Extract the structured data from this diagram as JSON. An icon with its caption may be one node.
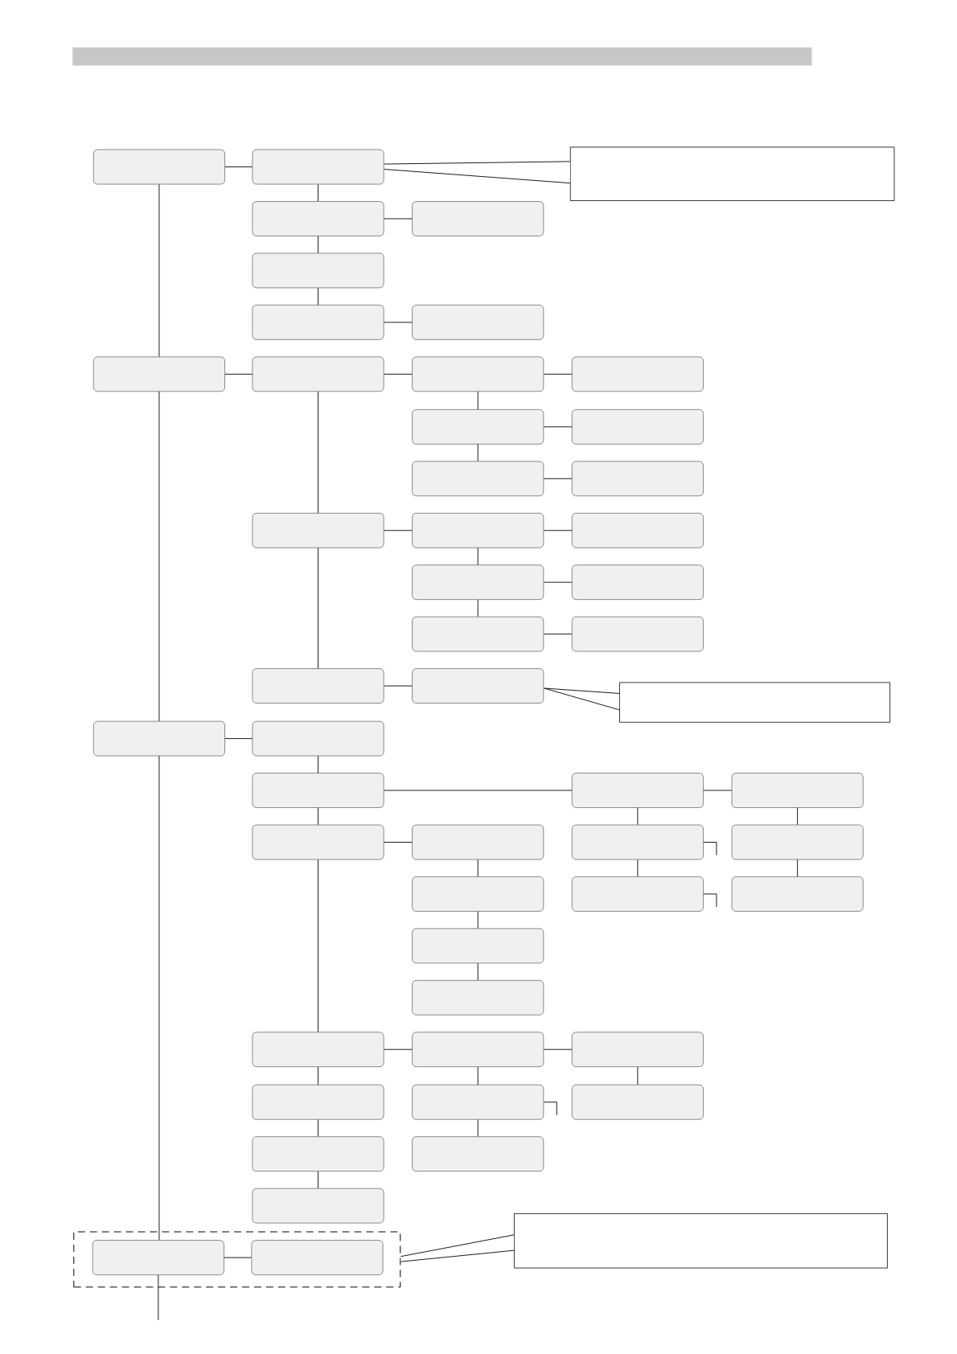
{
  "diagram": {
    "nodes": [
      {
        "text": [],
        "shape": "box"
      },
      {
        "text": [],
        "shape": "box"
      },
      {
        "text": [],
        "shape": "box"
      },
      {
        "text": [],
        "shape": "box"
      },
      {
        "text": [],
        "shape": "box"
      },
      {
        "text": [],
        "shape": "box"
      },
      {
        "text": [],
        "shape": "box"
      },
      {
        "text": [],
        "shape": "box"
      },
      {
        "text": [],
        "shape": "box"
      },
      {
        "text": [],
        "shape": "box"
      },
      {
        "text": [],
        "shape": "box"
      },
      {
        "text": [],
        "shape": "box"
      },
      {
        "text": [],
        "shape": "box"
      },
      {
        "text": [],
        "shape": "box"
      },
      {
        "text": [],
        "shape": "box"
      },
      {
        "text": [],
        "shape": "box"
      },
      {
        "text": [],
        "shape": "box"
      },
      {
        "text": [],
        "shape": "box"
      },
      {
        "text": [],
        "shape": "box"
      },
      {
        "text": [],
        "shape": "box"
      },
      {
        "text": [],
        "shape": "box"
      },
      {
        "text": [],
        "shape": "box"
      },
      {
        "text": [],
        "shape": "box"
      },
      {
        "text": [],
        "shape": "box"
      },
      {
        "text": [],
        "shape": "box"
      },
      {
        "text": [],
        "shape": "box"
      },
      {
        "text": [],
        "shape": "box"
      },
      {
        "text": [],
        "shape": "box"
      },
      {
        "text": [],
        "shape": "box"
      },
      {
        "text": [],
        "shape": "box"
      },
      {
        "text": [],
        "shape": "box"
      },
      {
        "text": [],
        "shape": "box"
      },
      {
        "text": [],
        "shape": "box"
      },
      {
        "text": [],
        "shape": "box"
      },
      {
        "text": [],
        "shape": "box"
      },
      {
        "text": [],
        "shape": "box"
      },
      {
        "text": [],
        "shape": "box"
      },
      {
        "text": [],
        "shape": "box"
      },
      {
        "text": [],
        "shape": "box"
      },
      {
        "text": [],
        "shape": "box"
      },
      {
        "text": [],
        "shape": "box"
      },
      {
        "text": [],
        "shape": "box"
      },
      {
        "text": [],
        "shape": "box"
      },
      {
        "text": [],
        "shape": "box"
      },
      {
        "text": [],
        "shape": "box"
      },
      {
        "text": [],
        "shape": "box"
      },
      {
        "text": [],
        "shape": "box"
      },
      {
        "text": [],
        "shape": "frame"
      },
      {
        "text": [],
        "shape": "box",
        "in": 47
      },
      {
        "text": [],
        "shape": "box",
        "in": 47
      },
      {
        "text": [],
        "shape": "rectangle"
      },
      {
        "text": [],
        "shape": "rectangle"
      },
      {
        "text": [],
        "shape": "rectangle"
      }
    ],
    "edges": [
      {
        "from": 0,
        "to": 1,
        "arrow": "none"
      },
      {
        "from": 0,
        "to": 7,
        "arrow": "none"
      },
      {
        "from": 7,
        "to": 24,
        "arrow": "none"
      },
      {
        "from": 24,
        "to": 48,
        "arrow": "none"
      },
      {
        "from": 48,
        "to": null,
        "arrow": "none"
      },
      {
        "from": 1,
        "to": 2,
        "arrow": "none"
      },
      {
        "from": 2,
        "to": 3,
        "arrow": "none"
      },
      {
        "from": 2,
        "to": 4,
        "arrow": "none"
      },
      {
        "from": 4,
        "to": 5,
        "arrow": "none"
      },
      {
        "from": 5,
        "to": 6,
        "arrow": "none"
      },
      {
        "from": 7,
        "to": 8,
        "arrow": "none"
      },
      {
        "from": 8,
        "to": 9,
        "arrow": "none"
      },
      {
        "from": 9,
        "to": 10,
        "arrow": "none"
      },
      {
        "from": 9,
        "to": 11,
        "arrow": "none"
      },
      {
        "from": 11,
        "to": 12,
        "arrow": "none"
      },
      {
        "from": 11,
        "to": 13,
        "arrow": "none"
      },
      {
        "from": 13,
        "to": 14,
        "arrow": "none"
      },
      {
        "from": 8,
        "to": 15,
        "arrow": "none"
      },
      {
        "from": 15,
        "to": 16,
        "arrow": "none"
      },
      {
        "from": 16,
        "to": 17,
        "arrow": "none"
      },
      {
        "from": 16,
        "to": 18,
        "arrow": "none"
      },
      {
        "from": 18,
        "to": 19,
        "arrow": "none"
      },
      {
        "from": 18,
        "to": 20,
        "arrow": "none"
      },
      {
        "from": 20,
        "to": 21,
        "arrow": "none"
      },
      {
        "from": 15,
        "to": 22,
        "arrow": "none"
      },
      {
        "from": 22,
        "to": 23,
        "arrow": "none"
      },
      {
        "from": 24,
        "to": 25,
        "arrow": "none"
      },
      {
        "from": 25,
        "to": 26,
        "arrow": "none"
      },
      {
        "from": 26,
        "to": 27,
        "arrow": "none"
      },
      {
        "from": 27,
        "to": 28,
        "arrow": "none"
      },
      {
        "from": 27,
        "to": 31,
        "arrow": "none"
      },
      {
        "from": 28,
        "to": 32,
        "arrow": "none"
      },
      {
        "from": 31,
        "to": 34,
        "arrow": "none"
      },
      {
        "from": 32,
        "to": 35,
        "arrow": "none"
      },
      {
        "from": 26,
        "to": 29,
        "arrow": "none"
      },
      {
        "from": 29,
        "to": 30,
        "arrow": "none"
      },
      {
        "from": 30,
        "to": 33,
        "arrow": "none"
      },
      {
        "from": 33,
        "to": 36,
        "arrow": "none"
      },
      {
        "from": 36,
        "to": 37,
        "arrow": "none"
      },
      {
        "from": 29,
        "to": 38,
        "arrow": "none"
      },
      {
        "from": 38,
        "to": 39,
        "arrow": "none"
      },
      {
        "from": 39,
        "to": 40,
        "arrow": "none"
      },
      {
        "from": 40,
        "to": 43,
        "arrow": "none"
      },
      {
        "from": 38,
        "to": 41,
        "arrow": "none"
      },
      {
        "from": 39,
        "to": 42,
        "arrow": "none"
      },
      {
        "from": 42,
        "to": 45,
        "arrow": "none"
      },
      {
        "from": 41,
        "to": 44,
        "arrow": "none"
      },
      {
        "from": 44,
        "to": 46,
        "arrow": "none"
      },
      {
        "from": 48,
        "to": 49,
        "arrow": "none"
      },
      {
        "from": 31,
        "to": null,
        "arrow": "none"
      },
      {
        "from": 34,
        "to": null,
        "arrow": "none"
      },
      {
        "from": 42,
        "to": null,
        "arrow": "none"
      },
      {
        "from": 50,
        "to": 1,
        "arrow": "none"
      },
      {
        "from": 51,
        "to": 23,
        "arrow": "to"
      },
      {
        "from": 52,
        "to": 47,
        "arrow": "none"
      }
    ]
  }
}
